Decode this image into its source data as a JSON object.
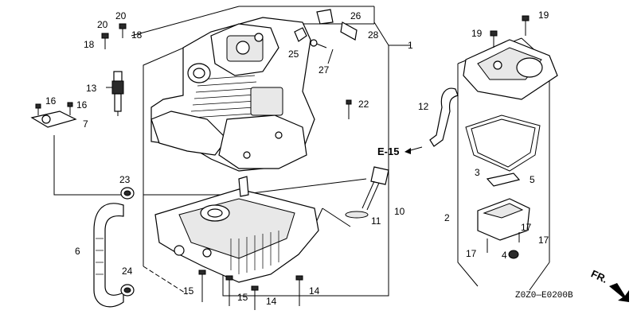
{
  "diagram": {
    "labels": {
      "p1": "1",
      "p2": "2",
      "p3": "3",
      "p4": "4",
      "p5": "5",
      "p6": "6",
      "p7": "7",
      "p10": "10",
      "p11": "11",
      "p12": "12",
      "p13": "13",
      "p14a": "14",
      "p14b": "14",
      "p15a": "15",
      "p15b": "15",
      "p16a": "16",
      "p16b": "16",
      "p17a": "17",
      "p17b": "17",
      "p17c": "17",
      "p18a": "18",
      "p18b": "18",
      "p19a": "19",
      "p19b": "19",
      "p20a": "20",
      "p20b": "20",
      "p22": "22",
      "p23": "23",
      "p24": "24",
      "p25": "25",
      "p26": "26",
      "p27": "27",
      "p28": "28"
    },
    "ref_label": "E-15",
    "direction_label": "FR.",
    "diagram_code": "Z0Z0—E0200B"
  }
}
